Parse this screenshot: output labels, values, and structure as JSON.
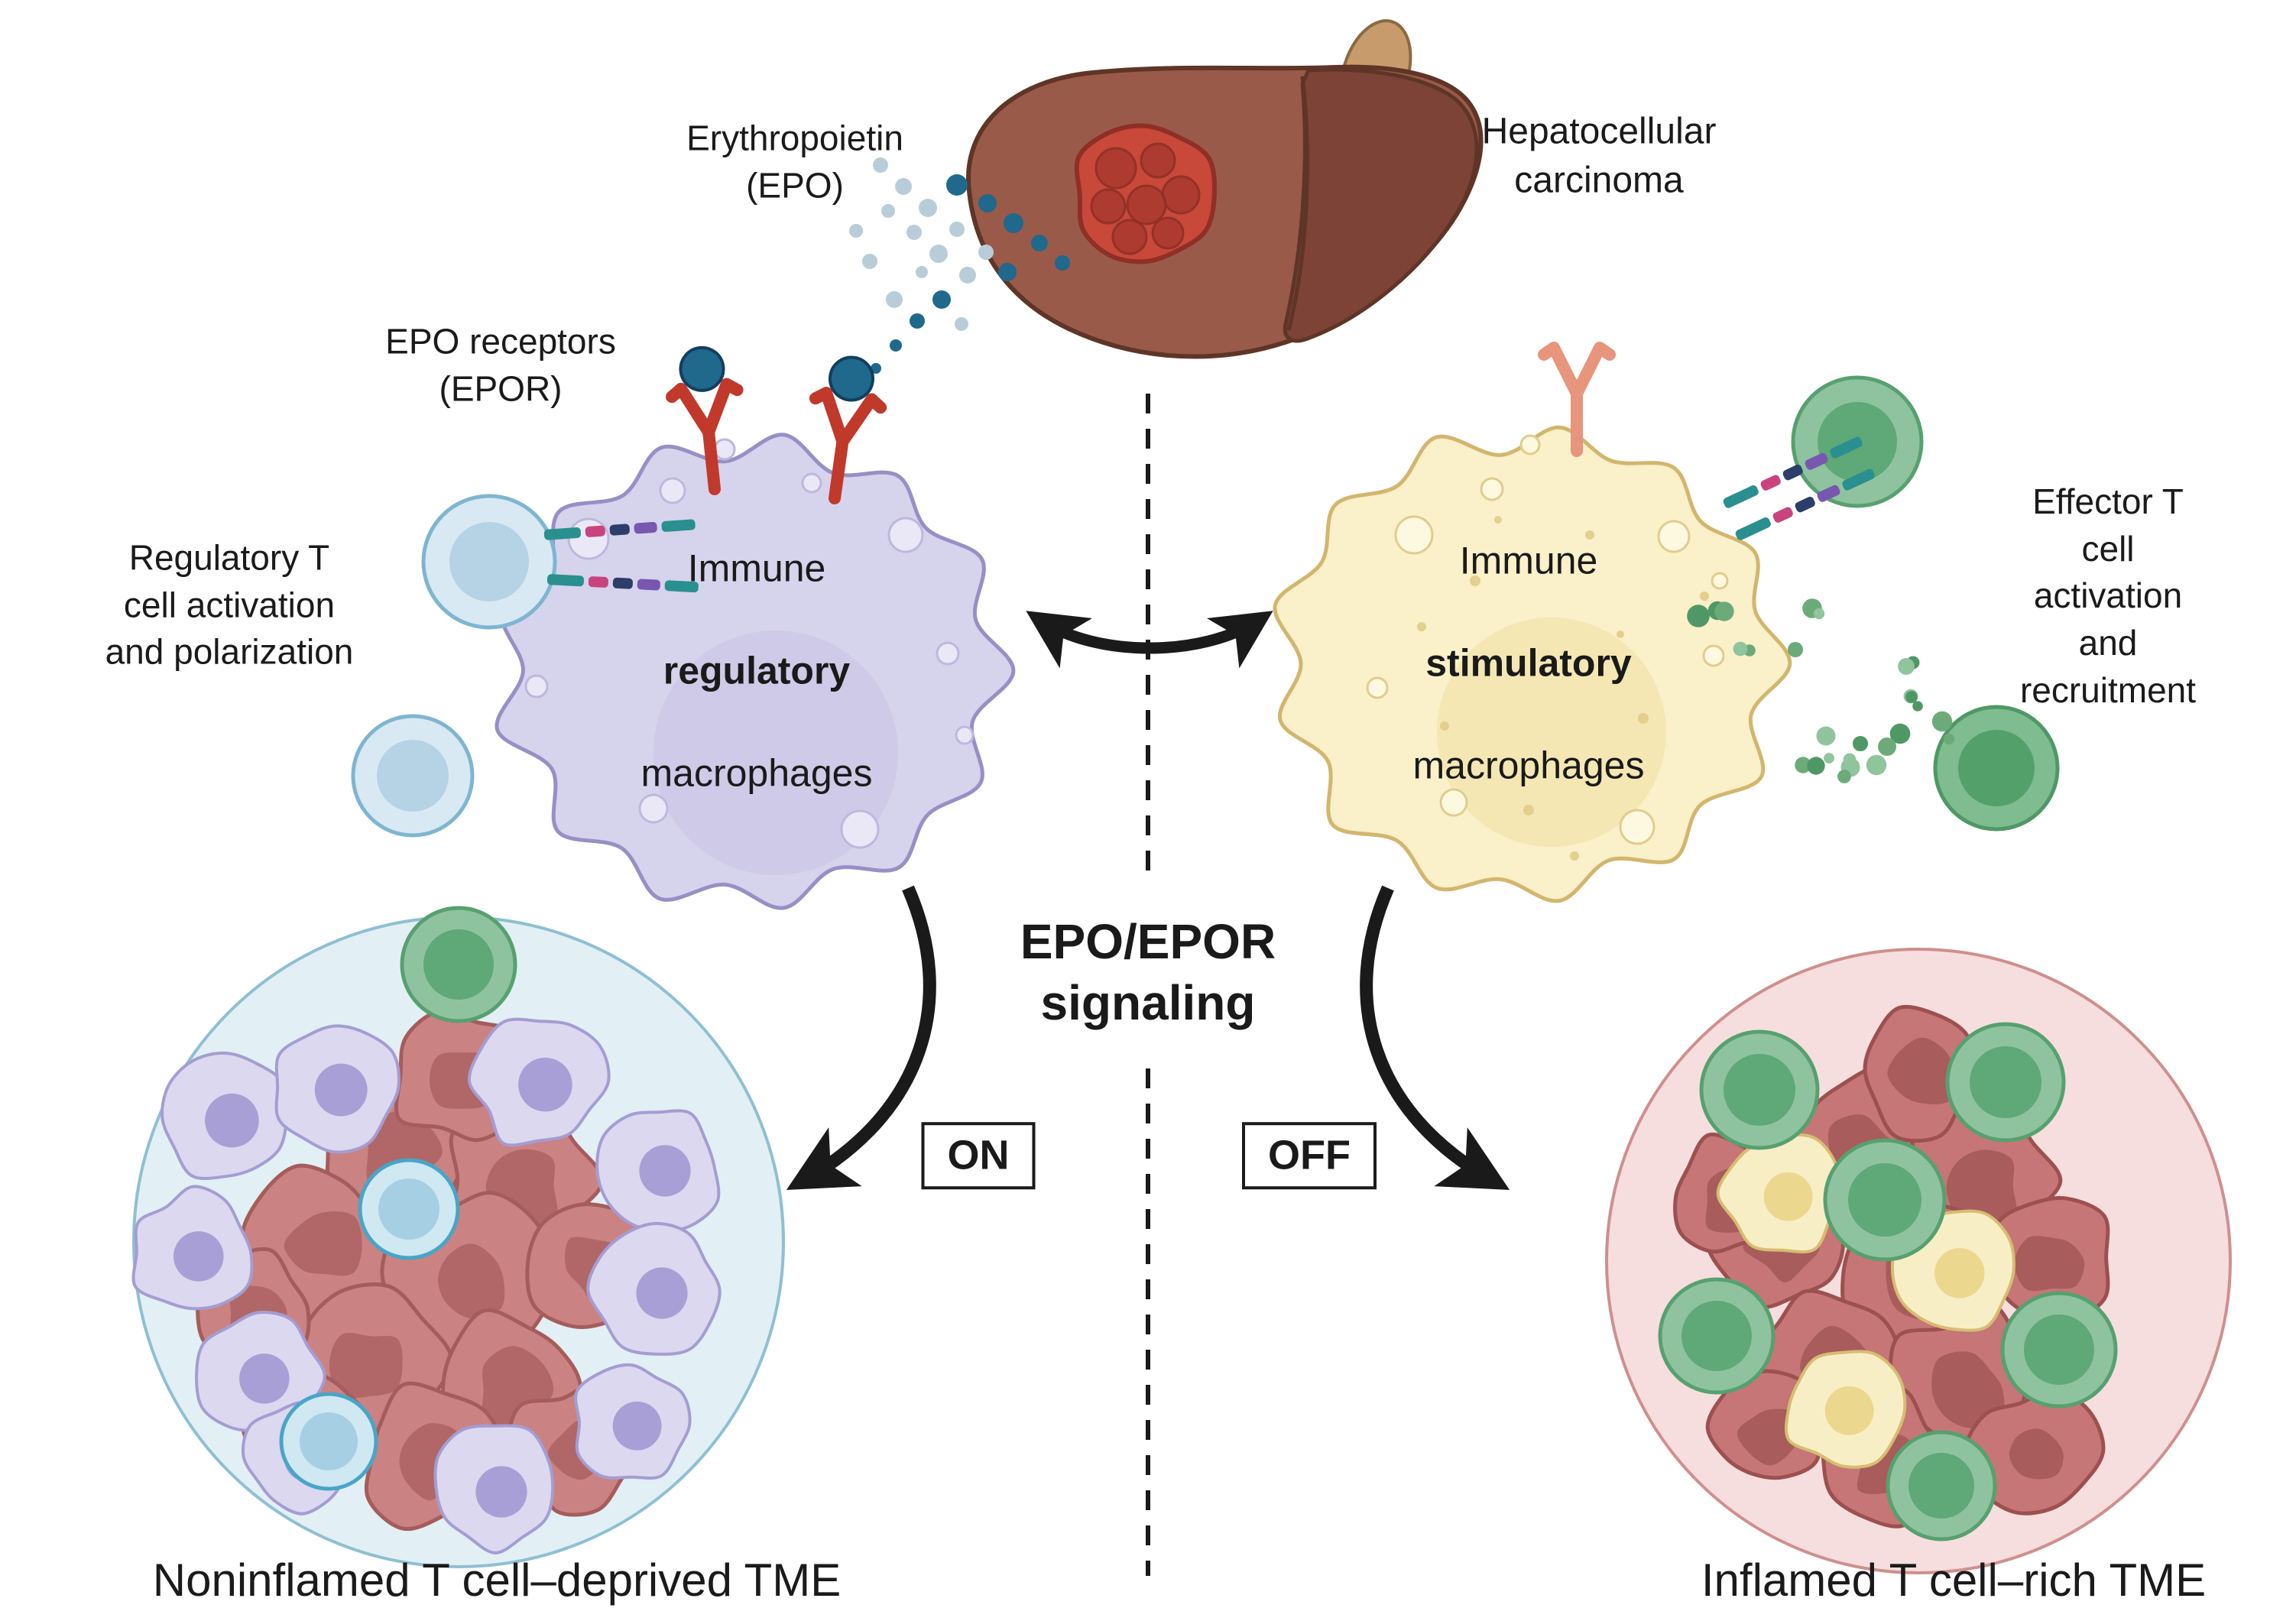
{
  "labels": {
    "erythropoietin": "Erythropoietin\n(EPO)",
    "hepatocellular_carcinoma": "Hepatocellular\ncarcinoma",
    "epo_receptors": "EPO receptors\n(EPOR)",
    "regulatory_t": "Regulatory T\ncell activation\nand polarization",
    "effector_t": "Effector T cell\nactivation\nand recruitment",
    "immune_regulatory": {
      "line1": "Immune",
      "line2": "regulatory",
      "line3": "macrophages"
    },
    "immune_stimulatory": {
      "line1": "Immune",
      "line2": "stimulatory",
      "line3": "macrophages"
    },
    "signaling": "EPO/EPOR\nsignaling",
    "switch_on": "ON",
    "switch_off": "OFF",
    "tme_left": "Noninflamed T cell–deprived TME",
    "tme_right": "Inflamed T cell–rich TME"
  },
  "colors": {
    "text": "#1a1a1a",
    "arrow": "#1a1a1a",
    "liver": "#9a5a49",
    "liver_lobe_dark": "#7d4336",
    "liver_outline": "#5e3527",
    "tumor": "#c8483a",
    "epo_dot_dark": "#20688c",
    "epo_dot_light": "#b9cdd8",
    "epor_receptor": "#c0392b",
    "stimulatory_receptor": "#e8957d",
    "regulatory_macrophage": "#d6d3ec",
    "regulatory_macrophage_border": "#988fc6",
    "stimulatory_macrophage": "#faf0c9",
    "stimulatory_macrophage_border": "#d2b66e",
    "regulatory_t_cell": "#d9e9f3",
    "regulatory_t_cell_border": "#7fb5d1",
    "effector_t_cell": "#8fc3a0",
    "effector_t_cell_border": "#57a06f",
    "effector_dots": "#6cab79",
    "tme_left_bg": "#e2f0f5",
    "tme_left_border": "#8fbfd2",
    "tme_right_bg": "#f7dede",
    "tme_right_border": "#cf8f8f",
    "tumor_cell": "#cb8282"
  }
}
